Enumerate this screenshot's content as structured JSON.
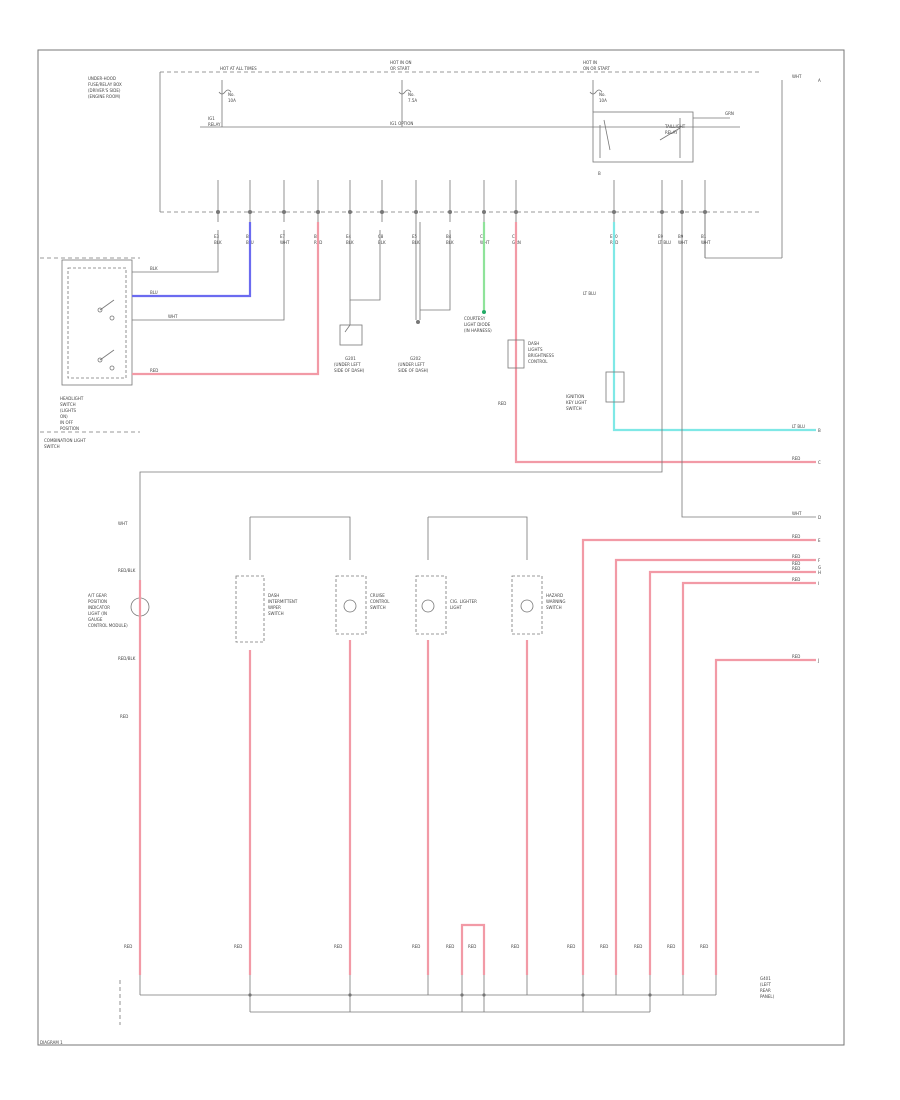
{
  "diagram": {
    "top_labels": {
      "hot_at_all_times": "HOT AT ALL TIMES",
      "hot_in_on_left": "HOT IN ON",
      "hot_in_on_left_sub": "OR START",
      "hot_in_on_right": "HOT IN",
      "hot_in_on_right_sub": "ON OR START",
      "underhood_line1": "UNDER-HOOD",
      "underhood_line2": "FUSE/RELAY BOX",
      "underhood_line3": "(DRIVER'S SIDE)",
      "underhood_line4": "(ENGINE ROOM)",
      "fuse_1": "No.",
      "fuse_1_sub": "10A",
      "fuse_2": "No.",
      "fuse_2_sub": "7.5A",
      "fuse_3": "No.",
      "fuse_3_sub": "10A",
      "relay_1": "IG1",
      "relay_1_sub": "RELAY",
      "ig_option": "IG1 OPTION",
      "taillight_relay": "TAILLIGHT",
      "taillight_relay_sub": "RELAY",
      "pin_a": "B",
      "pin_b": "GRN"
    },
    "terminals": [
      "E3",
      "B2",
      "E7",
      "B8",
      "E4",
      "C8",
      "E5",
      "B4",
      "C1",
      "C6",
      "E10",
      "E9",
      "B9",
      "B1"
    ],
    "terminal_labels": [
      "BLK",
      "BLU",
      "WHT",
      "RED",
      "BLK",
      "BLK",
      "BLK",
      "BLK",
      "WHT",
      "GRN",
      "RED",
      "LT BLU",
      "WHT",
      "WHT"
    ],
    "switch_block": {
      "title": "COMBINATION LIGHT",
      "title_sub": "SWITCH",
      "line1": "HEADLIGHT",
      "line2": "SWITCH",
      "line3": "(LIGHTS",
      "line4": "ON)",
      "line5": "IN OFF",
      "line6": "POSITION",
      "wire_blk": "BLK",
      "wire_blu": "BLU",
      "wire_wht": "WHT",
      "wire_red": "RED"
    },
    "mid_components": {
      "g1": "G201",
      "g1_sub": "(UNDER LEFT",
      "g1_sub2": "SIDE OF DASH)",
      "g2": "G202",
      "g2_sub": "(UNDER LEFT",
      "g2_sub2": "SIDE OF DASH)",
      "diode": "COURTESY",
      "diode_sub": "LIGHT DIODE",
      "diode_sub2": "(IN HARNESS)",
      "dash_light": "DASH",
      "dash_light_sub": "LIGHTS",
      "dash_light_sub2": "BRIGHTNESS",
      "dash_light_sub3": "CONTROL",
      "lt_blu": "LT BLU",
      "red": "RED",
      "ign_switch": "IGNITION",
      "ign_switch_sub": "KEY LIGHT",
      "ign_switch_sub2": "SWITCH"
    },
    "right_exits": [
      "WHT",
      "LT BLU",
      "RED",
      "WHT",
      "RED",
      "RED",
      "RED",
      "RED",
      "RED",
      "RED"
    ],
    "right_exit_letters": [
      "A",
      "B",
      "C",
      "D",
      "E",
      "F",
      "G",
      "H",
      "I",
      "J"
    ],
    "bottom_components": {
      "c1_line1": "A/T GEAR",
      "c1_line2": "POSITION",
      "c1_line3": "INDICATOR",
      "c1_line4": "LIGHT (IN",
      "c1_line5": "GAUGE",
      "c1_line6": "CONTROL MODULE)",
      "c2_line1": "DASH",
      "c2_line2": "INTERMITTENT",
      "c2_line3": "WIPER",
      "c2_line4": "SWITCH",
      "c3_line1": "CRUISE",
      "c3_line2": "CONTROL",
      "c3_line3": "SWITCH",
      "c4_line1": "CIG. LIGHTER",
      "c4_line2": "LIGHT",
      "c5_line1": "HAZARD",
      "c5_line2": "WARNING",
      "c5_line3": "SWITCH",
      "wht": "WHT",
      "red": "RED",
      "gray_red": "RED/BLK",
      "gnd_label1": "G401",
      "gnd_label2": "(LEFT",
      "gnd_label3": "REAR",
      "gnd_label4": "PANEL)"
    },
    "bottom_wire_labels": [
      "RED",
      "RED",
      "RED",
      "RED",
      "RED",
      "RED",
      "RED",
      "RED",
      "RED",
      "RED",
      "RED",
      "RED"
    ],
    "footer": "DIAGRAM 1",
    "colors": {
      "red": "#f29aa6",
      "blue": "#6b6bf0",
      "green": "#8fe39a",
      "cyan": "#7fe8e6",
      "line": "#777777"
    }
  }
}
